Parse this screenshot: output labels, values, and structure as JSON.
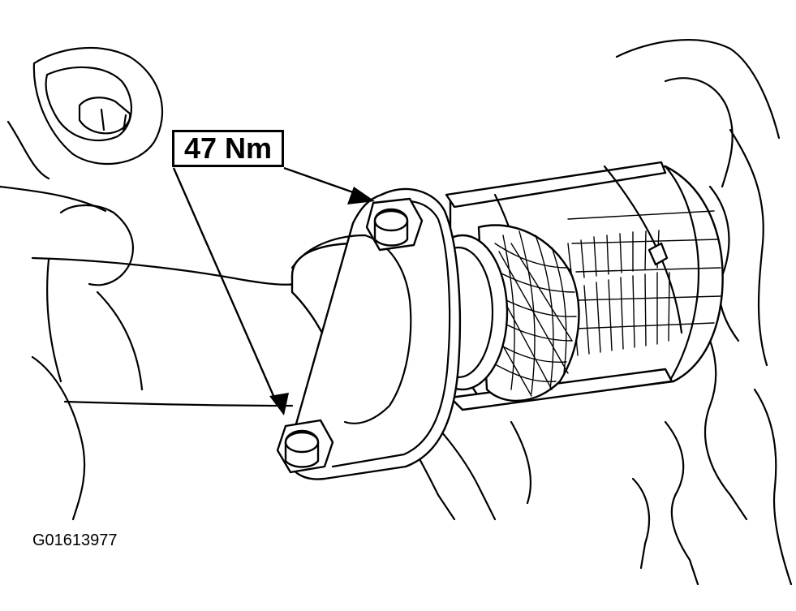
{
  "callout": {
    "torque": "47 Nm"
  },
  "figure_id": "G01613977",
  "parts": {
    "fastener_count": 2,
    "icons": [
      "nut-upper-icon",
      "nut-lower-icon",
      "arrow-icon"
    ]
  }
}
